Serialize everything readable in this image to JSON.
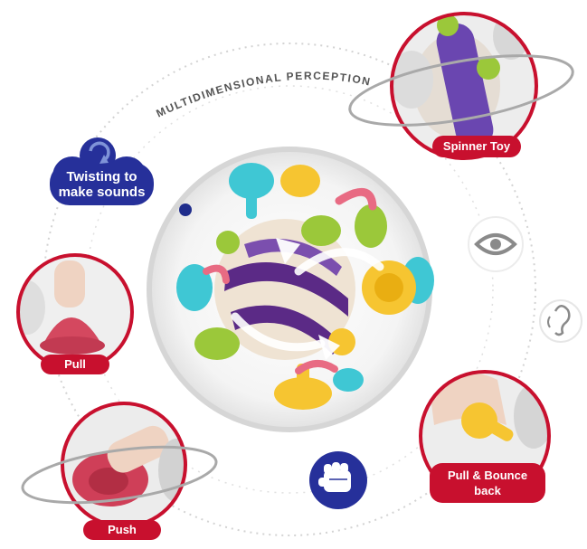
{
  "header": {
    "title": "MULTIDIMENSIONAL PERCEPTION"
  },
  "features": {
    "spinner": {
      "label": "Spinner Toy"
    },
    "twist": {
      "line1": "Twisting to",
      "line2": "make sounds"
    },
    "pull": {
      "label": "Pull"
    },
    "push": {
      "label": "Push"
    },
    "bounce": {
      "line1": "Pull & Bounce",
      "line2": "back"
    }
  },
  "icons": {
    "twist": "rotate-arrows-icon",
    "eye": "eye-icon",
    "ear": "ear-icon",
    "fist": "fist-icon"
  },
  "colors": {
    "accent_red": "#c8102e",
    "navy": "#1f2d8c",
    "ring_gray": "#c9c9c9",
    "dotted_gray": "#cfcfcf",
    "purple": "#5b2a86",
    "yellow": "#f6c531",
    "teal": "#3fc7d4",
    "lime": "#9bc83a"
  }
}
